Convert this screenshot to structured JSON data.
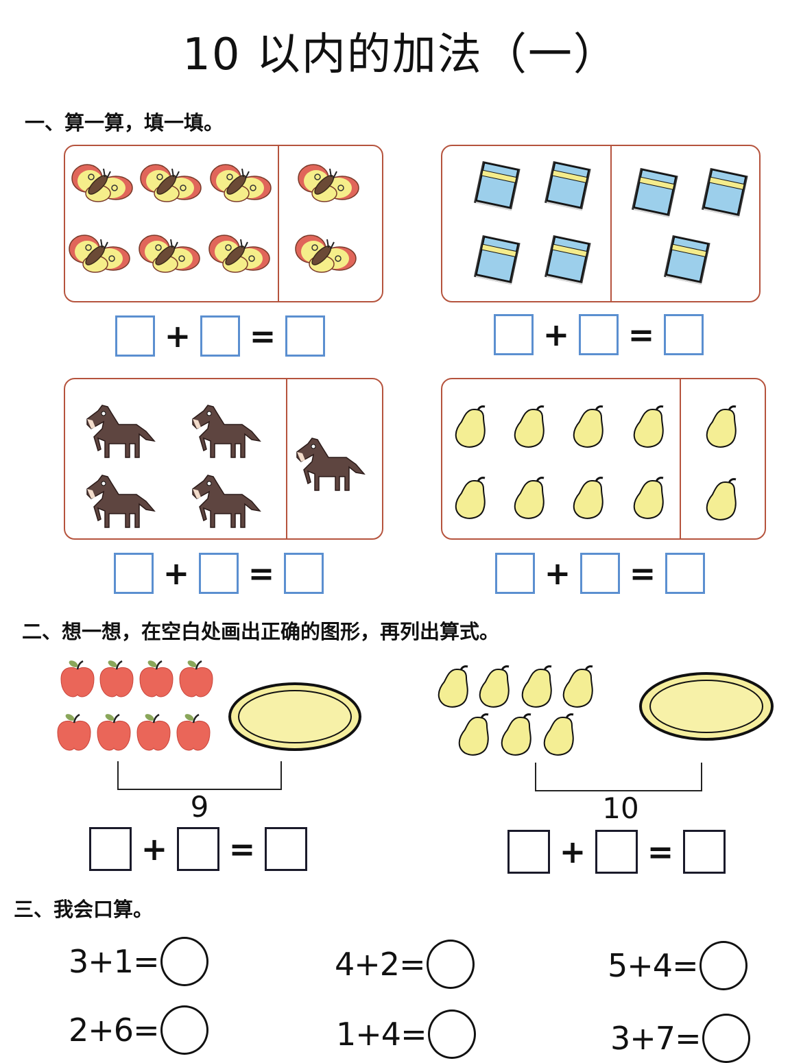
{
  "title": "10 以内的加法（一）",
  "colors": {
    "panel_border": "#b5533d",
    "blue_box": "#5b8fd0",
    "butterfly_wing": "#f5ee8a",
    "butterfly_edge": "#e0665a",
    "book_cover": "#9ccfeb",
    "book_stripe": "#f4ec8c",
    "horse": "#5e4540",
    "pear": "#f4ee94",
    "apple": "#ea6659",
    "plate": "#f5ee9e"
  },
  "section1": {
    "heading": "一、算一算，填一填。",
    "problems": [
      {
        "picture": "butterfly",
        "left_count": 6,
        "right_count": 2,
        "plus": "+",
        "equals": "="
      },
      {
        "picture": "book",
        "left_count": 4,
        "right_count": 3,
        "plus": "+",
        "equals": "="
      },
      {
        "picture": "horse",
        "left_count": 4,
        "right_count": 1,
        "plus": "+",
        "equals": "="
      },
      {
        "picture": "pear",
        "left_count": 8,
        "right_count": 2,
        "plus": "+",
        "equals": "="
      }
    ]
  },
  "section2": {
    "heading": "二、想一想，在空白处画出正确的图形，再列出算式。",
    "problems": [
      {
        "picture": "apple",
        "count": 8,
        "total": "9",
        "plus": "+",
        "equals": "="
      },
      {
        "picture": "pear",
        "count": 7,
        "total": "10",
        "plus": "+",
        "equals": "="
      }
    ]
  },
  "section3": {
    "heading": "三、我会口算。",
    "items": [
      {
        "expr": "3+1="
      },
      {
        "expr": "4+2="
      },
      {
        "expr": "5+4="
      },
      {
        "expr": "2+6="
      },
      {
        "expr": "1+4="
      },
      {
        "expr": "3+7="
      }
    ]
  }
}
